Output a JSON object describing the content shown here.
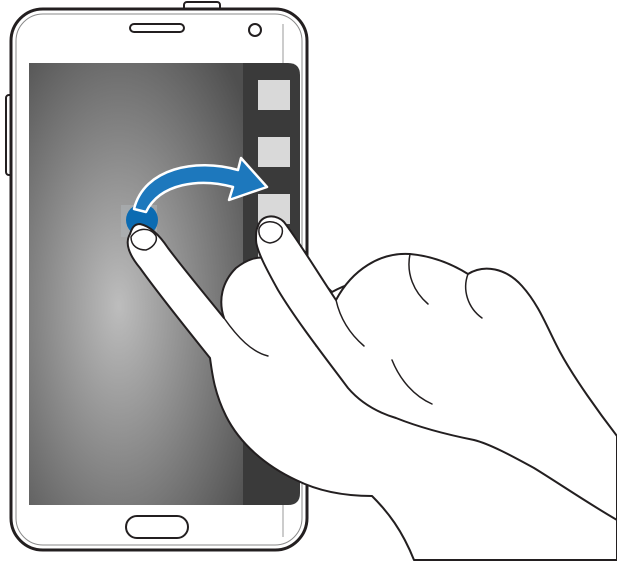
{
  "illustration": {
    "subject": "phone-edge-screen-gesture",
    "gesture": "drag-from-screen-to-edge-panel",
    "edge_panel_slot_count": 4,
    "icons": [
      "phone-icon",
      "edge-panel-icon",
      "arrow-icon",
      "hand-icon"
    ],
    "colors": {
      "phone_body": "#ffffff",
      "phone_outline": "#231f20",
      "screen_center": "#bdbdbd",
      "screen_edge": "#4f4f4f",
      "edge_panel": "#3a3a3a",
      "edge_slot": "#d9d9d9",
      "drag_dot": "#0b6bb2",
      "arrow": "#1d78bd",
      "arrow_outline": "#ffffff",
      "hand_fill": "#ffffff",
      "hand_outline": "#231f20"
    }
  }
}
